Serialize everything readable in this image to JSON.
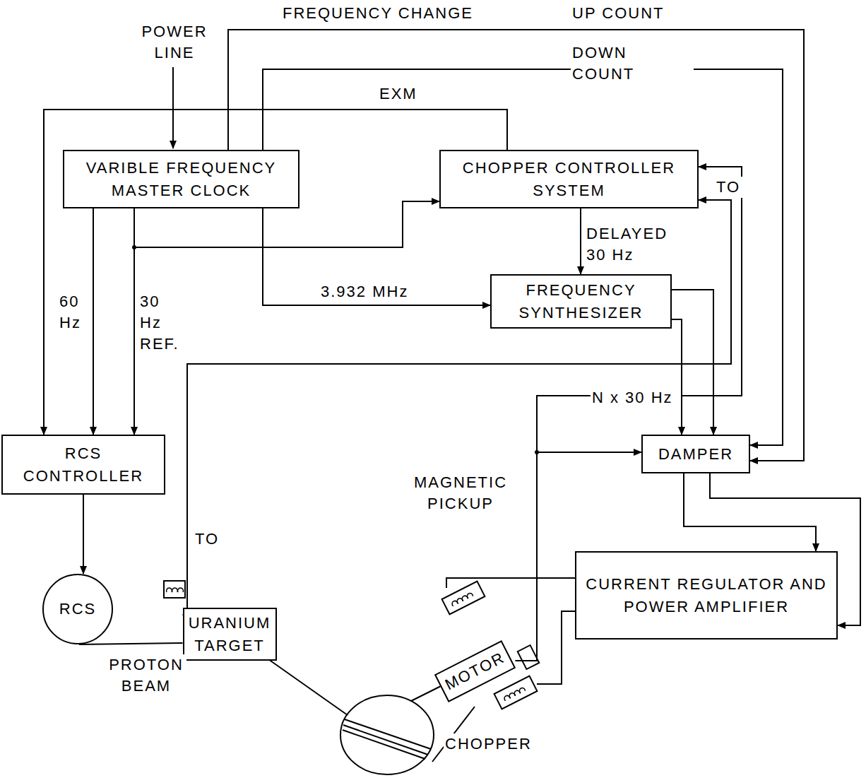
{
  "diagram": {
    "nodes": [
      {
        "text": [
          "VARIBLE FREQUENCY MASTER CLOCK"
        ]
      },
      {
        "text": [
          "CHOPPER CONTROLLER SYSTEM"
        ]
      },
      {
        "text": [
          "FREQUENCY SYNTHESIZER"
        ]
      },
      {
        "text": [
          "RCS CONTROLLER"
        ]
      },
      {
        "text": [
          "DAMPER"
        ]
      },
      {
        "text": [
          "CURRENT REGULATOR AND POWER AMPLIFIER"
        ]
      },
      {
        "text": [
          "RCS"
        ]
      },
      {
        "text": [
          "URANIUM TARGET"
        ]
      },
      {
        "text": [
          "MOTOR"
        ]
      }
    ],
    "edges": [
      {
        "from": 0,
        "to": 1,
        "arrow": "to"
      },
      {
        "from": 0,
        "to": 3,
        "label": "30 Hz REF.",
        "arrow": "to"
      },
      {
        "from": 0,
        "to": 3,
        "label": "60 Hz",
        "arrow": "to"
      },
      {
        "from": 1,
        "to": 3,
        "label": "EXM",
        "arrow": "to"
      },
      {
        "from": 0,
        "to": 2,
        "label": "3.932 MHz",
        "arrow": "to"
      },
      {
        "from": 1,
        "to": 2,
        "label": "DELAYED 30 Hz",
        "arrow": "to"
      },
      {
        "from": 2,
        "to": 4,
        "label": "N x 30 Hz",
        "arrow": "to"
      },
      {
        "from": 2,
        "to": 4,
        "arrow": "to"
      },
      {
        "from": 0,
        "to": 4,
        "label": "UP COUNT",
        "arrow": "to"
      },
      {
        "from": 0,
        "to": 4,
        "label": "DOWN COUNT",
        "arrow": "to"
      },
      {
        "from": 4,
        "to": 5,
        "arrow": "to"
      },
      {
        "from": 4,
        "to": 5,
        "arrow": "to"
      },
      {
        "from": 8,
        "to": 1,
        "arrow": "to"
      },
      {
        "from": 8,
        "to": 4,
        "arrow": "to"
      },
      {
        "from": 7,
        "to": 1,
        "arrow": "to"
      },
      {
        "from": 3,
        "to": 6,
        "arrow": "to"
      },
      {
        "from": 6,
        "to": 7,
        "label": "PROTON BEAM",
        "arrow": "none"
      }
    ],
    "labels": [
      "POWER LINE",
      "FREQUENCY CHANGE",
      "TO",
      "TO",
      "MAGNETIC PICKUP",
      "CHOPPER"
    ]
  }
}
